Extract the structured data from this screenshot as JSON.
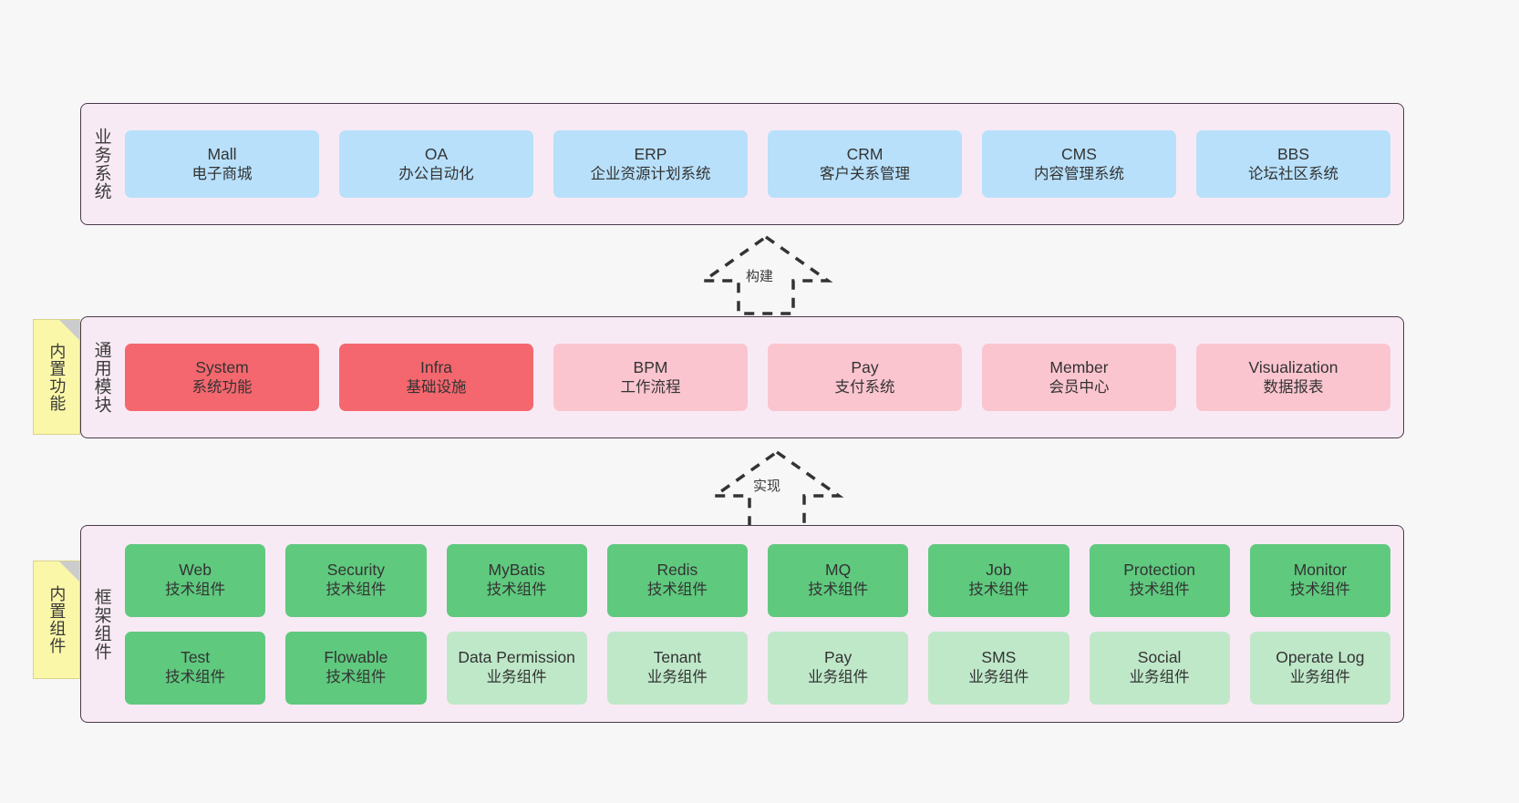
{
  "diagram": {
    "title": "",
    "background_color": "#f7f7f7",
    "panel_fill": "#f8eaf4",
    "panel_border": "#4a3a4a",
    "note_fill": "#fbf7a8"
  },
  "layers": [
    {
      "id": "business",
      "title": "业务系统",
      "note": null,
      "rows": [
        {
          "cards": [
            {
              "en": "Mall",
              "cn": "电子商城",
              "color": "#b8e0fb",
              "variant": "c-blue"
            },
            {
              "en": "OA",
              "cn": "办公自动化",
              "color": "#b8e0fb",
              "variant": "c-blue"
            },
            {
              "en": "ERP",
              "cn": "企业资源计划系统",
              "color": "#b8e0fb",
              "variant": "c-blue"
            },
            {
              "en": "CRM",
              "cn": "客户关系管理",
              "color": "#b8e0fb",
              "variant": "c-blue"
            },
            {
              "en": "CMS",
              "cn": "内容管理系统",
              "color": "#b8e0fb",
              "variant": "c-blue"
            },
            {
              "en": "BBS",
              "cn": "论坛社区系统",
              "color": "#b8e0fb",
              "variant": "c-blue"
            }
          ]
        }
      ]
    },
    {
      "id": "common",
      "title": "通用模块",
      "note": "内置功能",
      "rows": [
        {
          "cards": [
            {
              "en": "System",
              "cn": "系统功能",
              "color": "#f4676e",
              "variant": "c-red"
            },
            {
              "en": "Infra",
              "cn": "基础设施",
              "color": "#f4676e",
              "variant": "c-red"
            },
            {
              "en": "BPM",
              "cn": "工作流程",
              "color": "#fbc5cf",
              "variant": "c-pink"
            },
            {
              "en": "Pay",
              "cn": "支付系统",
              "color": "#fbc5cf",
              "variant": "c-pink"
            },
            {
              "en": "Member",
              "cn": "会员中心",
              "color": "#fbc5cf",
              "variant": "c-pink"
            },
            {
              "en": "Visualization",
              "cn": "数据报表",
              "color": "#fbc5cf",
              "variant": "c-pink"
            }
          ]
        }
      ]
    },
    {
      "id": "framework",
      "title": "框架组件",
      "note": "内置组件",
      "rows": [
        {
          "cards": [
            {
              "en": "Web",
              "cn": "技术组件",
              "color": "#5fc97e",
              "variant": "c-green"
            },
            {
              "en": "Security",
              "cn": "技术组件",
              "color": "#5fc97e",
              "variant": "c-green"
            },
            {
              "en": "MyBatis",
              "cn": "技术组件",
              "color": "#5fc97e",
              "variant": "c-green"
            },
            {
              "en": "Redis",
              "cn": "技术组件",
              "color": "#5fc97e",
              "variant": "c-green"
            },
            {
              "en": "MQ",
              "cn": "技术组件",
              "color": "#5fc97e",
              "variant": "c-green"
            },
            {
              "en": "Job",
              "cn": "技术组件",
              "color": "#5fc97e",
              "variant": "c-green"
            },
            {
              "en": "Protection",
              "cn": "技术组件",
              "color": "#5fc97e",
              "variant": "c-green"
            },
            {
              "en": "Monitor",
              "cn": "技术组件",
              "color": "#5fc97e",
              "variant": "c-green"
            }
          ]
        },
        {
          "cards": [
            {
              "en": "Test",
              "cn": "技术组件",
              "color": "#5fc97e",
              "variant": "c-green"
            },
            {
              "en": "Flowable",
              "cn": "技术组件",
              "color": "#5fc97e",
              "variant": "c-green"
            },
            {
              "en": "Data Permission",
              "cn": "业务组件",
              "color": "#bfe8c9",
              "variant": "c-lgreen"
            },
            {
              "en": "Tenant",
              "cn": "业务组件",
              "color": "#bfe8c9",
              "variant": "c-lgreen"
            },
            {
              "en": "Pay",
              "cn": "业务组件",
              "color": "#bfe8c9",
              "variant": "c-lgreen"
            },
            {
              "en": "SMS",
              "cn": "业务组件",
              "color": "#bfe8c9",
              "variant": "c-lgreen"
            },
            {
              "en": "Social",
              "cn": "业务组件",
              "color": "#bfe8c9",
              "variant": "c-lgreen"
            },
            {
              "en": "Operate Log",
              "cn": "业务组件",
              "color": "#bfe8c9",
              "variant": "c-lgreen"
            }
          ]
        }
      ]
    }
  ],
  "arrows": [
    {
      "id": "build",
      "label": "构建",
      "from": "common",
      "to": "business",
      "style": "dashed-generalization"
    },
    {
      "id": "impl",
      "label": "实现",
      "from": "framework",
      "to": "common",
      "style": "dashed-generalization"
    }
  ]
}
